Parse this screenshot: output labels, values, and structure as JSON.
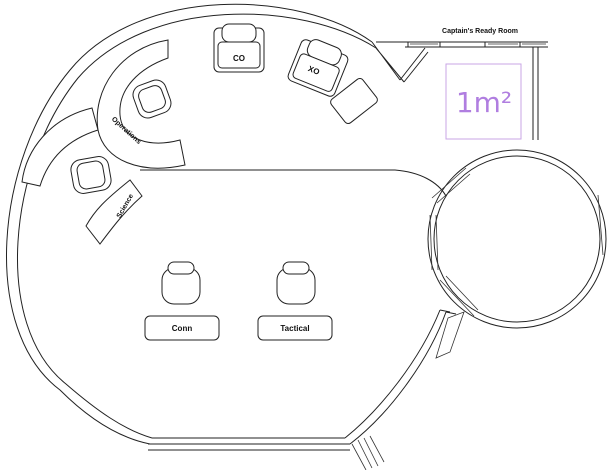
{
  "labels": {
    "ready_room": "Captain's Ready Room",
    "co": "CO",
    "xo": "XO",
    "operations": "Operations",
    "science": "Science",
    "conn": "Conn",
    "tactical": "Tactical"
  },
  "scale": {
    "text": "1m²"
  },
  "colors": {
    "scale_accent": "#b07ee0",
    "scale_border": "#c9a6e6",
    "line": "#222222"
  }
}
